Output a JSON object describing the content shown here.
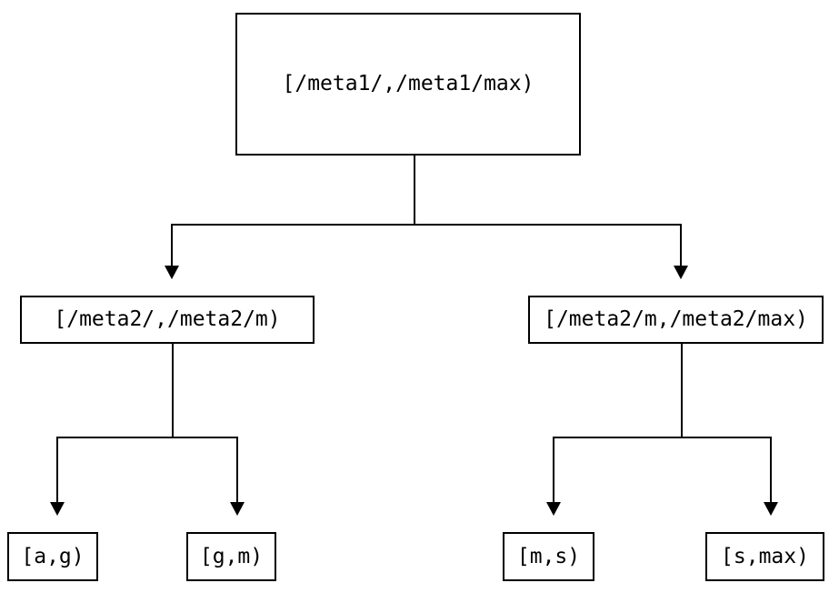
{
  "diagram": {
    "type": "binary-tree",
    "colors": {
      "background": "#ffffff",
      "line": "#000000",
      "box_border": "#000000",
      "text": "#000000"
    },
    "nodes": {
      "root": {
        "label": "[/meta1/,/meta1/max)"
      },
      "left": {
        "label": "[/meta2/,/meta2/m)"
      },
      "right": {
        "label": "[/meta2/m,/meta2/max)"
      },
      "leaf_1": {
        "label": "[a,g)"
      },
      "leaf_2": {
        "label": "[g,m)"
      },
      "leaf_3": {
        "label": "[m,s)"
      },
      "leaf_4": {
        "label": "[s,max)"
      }
    },
    "edges": [
      {
        "from": "root",
        "to": "left"
      },
      {
        "from": "root",
        "to": "right"
      },
      {
        "from": "left",
        "to": "leaf_1"
      },
      {
        "from": "left",
        "to": "leaf_2"
      },
      {
        "from": "right",
        "to": "leaf_3"
      },
      {
        "from": "right",
        "to": "leaf_4"
      }
    ]
  }
}
